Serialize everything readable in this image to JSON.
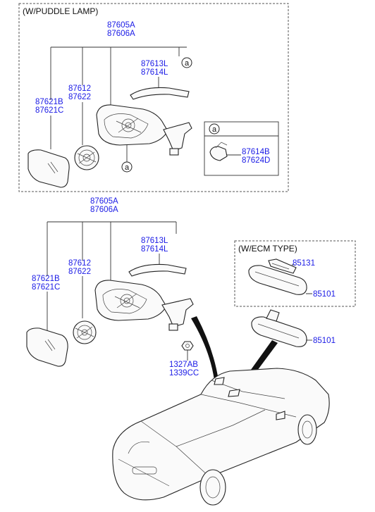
{
  "sections": {
    "puddle": {
      "header": "(W/PUDDLE LAMP)",
      "mirror_assy": [
        "87605A",
        "87606A"
      ],
      "cover": [
        "87613L",
        "87614L"
      ],
      "actuator": [
        "87612",
        "87622"
      ],
      "glass": [
        "87621B",
        "87621C"
      ],
      "callout_letter": "a",
      "inset_parts": [
        "87614B",
        "87624D"
      ]
    },
    "standard": {
      "mirror_assy": [
        "87605A",
        "87606A"
      ],
      "cover": [
        "87613L",
        "87614L"
      ],
      "actuator": [
        "87612",
        "87622"
      ],
      "glass": [
        "87621B",
        "87621C"
      ],
      "screw": [
        "1327AB",
        "1339CC"
      ]
    },
    "ecm": {
      "header": "(W/ECM TYPE)",
      "cover_part": "85131",
      "mirror_part": "85101"
    },
    "inside_mirror": "85101"
  }
}
